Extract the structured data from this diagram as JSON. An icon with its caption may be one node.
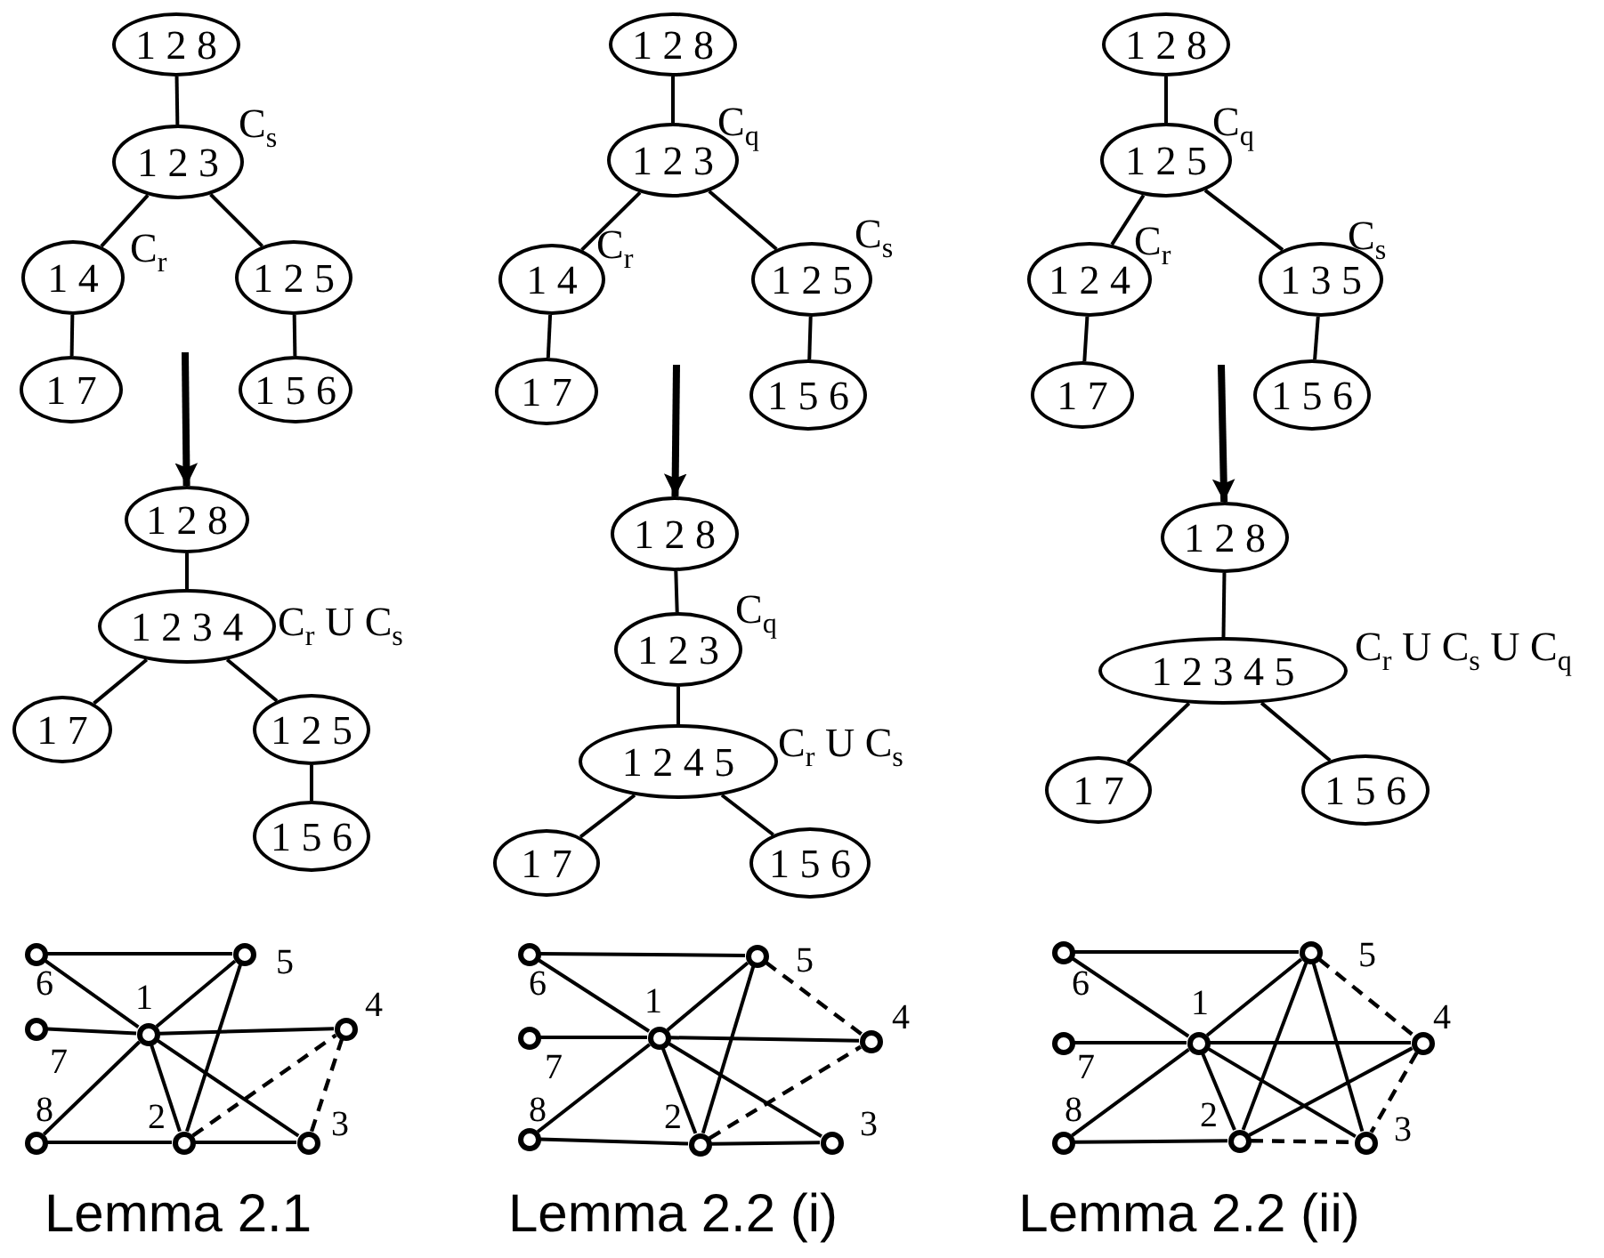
{
  "diagram": {
    "nodes": [
      {
        "text": [
          "1 2 8"
        ]
      },
      {
        "text": [
          "1 2 3"
        ],
        "beside": [
          "C$_{s}$"
        ]
      },
      {
        "text": [
          "1 4"
        ],
        "beside": [
          "C$_{r}$"
        ]
      },
      {
        "text": [
          "1 2 5"
        ]
      },
      {
        "text": [
          "1 7"
        ]
      },
      {
        "text": [
          "1 5 6"
        ]
      },
      {
        "text": [
          "1 2 8"
        ]
      },
      {
        "text": [
          "1 2 3 4"
        ],
        "beside": [
          "C$_{r}$ U C$_{s}$"
        ]
      },
      {
        "text": [
          "1 7"
        ]
      },
      {
        "text": [
          "1 2 5"
        ]
      },
      {
        "text": [
          "1 5 6"
        ]
      },
      {
        "text": [
          "1 2 8"
        ]
      },
      {
        "text": [
          "1 2 3"
        ],
        "beside": [
          "C$_{q}$"
        ]
      },
      {
        "text": [
          "1 4"
        ],
        "beside": [
          "C$_{r}$"
        ]
      },
      {
        "text": [
          "1 2 5"
        ],
        "beside": [
          "C$_{s}$"
        ]
      },
      {
        "text": [
          "1 7"
        ]
      },
      {
        "text": [
          "1 5 6"
        ]
      },
      {
        "text": [
          "1 2 8"
        ]
      },
      {
        "text": [
          "1 2 3"
        ],
        "beside": [
          "C$_{q}$"
        ]
      },
      {
        "text": [
          "1 2 4 5"
        ],
        "beside": [
          "C$_{r}$ U C$_{s}$"
        ]
      },
      {
        "text": [
          "1 7"
        ]
      },
      {
        "text": [
          "1 5 6"
        ]
      },
      {
        "text": [
          "1 2 8"
        ]
      },
      {
        "text": [
          "1 2 5"
        ],
        "beside": [
          "C$_{q}$"
        ]
      },
      {
        "text": [
          "1 2 4"
        ],
        "beside": [
          "C$_{r}$"
        ]
      },
      {
        "text": [
          "1 3 5"
        ],
        "beside": [
          "C$_{s}$"
        ]
      },
      {
        "text": [
          "1 7"
        ]
      },
      {
        "text": [
          "1 5 6"
        ]
      },
      {
        "text": [
          "1 2 8"
        ]
      },
      {
        "text": [
          "1 2 3 4 5"
        ],
        "beside": [
          "C$_{r}$ U C$_{s}$ U C$_{q}$"
        ]
      },
      {
        "text": [
          "1 7"
        ]
      },
      {
        "text": [
          "1 5 6"
        ]
      },
      {
        "text": [],
        "shape": "circle",
        "beside": [
          "6"
        ]
      },
      {
        "text": [],
        "shape": "circle",
        "beside": [
          "5"
        ]
      },
      {
        "text": [],
        "shape": "circle",
        "beside": [
          "7"
        ]
      },
      {
        "text": [],
        "shape": "circle",
        "beside": [
          "1"
        ]
      },
      {
        "text": [],
        "shape": "circle",
        "beside": [
          "4"
        ]
      },
      {
        "text": [],
        "shape": "circle",
        "beside": [
          "8"
        ]
      },
      {
        "text": [],
        "shape": "circle",
        "beside": [
          "2"
        ]
      },
      {
        "text": [],
        "shape": "circle",
        "beside": [
          "3"
        ]
      },
      {
        "text": [],
        "shape": "circle",
        "beside": [
          "6"
        ]
      },
      {
        "text": [],
        "shape": "circle",
        "beside": [
          "5"
        ]
      },
      {
        "text": [],
        "shape": "circle",
        "beside": [
          "7"
        ]
      },
      {
        "text": [],
        "shape": "circle",
        "beside": [
          "1"
        ]
      },
      {
        "text": [],
        "shape": "circle",
        "beside": [
          "4"
        ]
      },
      {
        "text": [],
        "shape": "circle",
        "beside": [
          "8"
        ]
      },
      {
        "text": [],
        "shape": "circle",
        "beside": [
          "2"
        ]
      },
      {
        "text": [],
        "shape": "circle",
        "beside": [
          "3"
        ]
      },
      {
        "text": [],
        "shape": "circle",
        "beside": [
          "6"
        ]
      },
      {
        "text": [],
        "shape": "circle",
        "beside": [
          "5"
        ]
      },
      {
        "text": [],
        "shape": "circle",
        "beside": [
          "7"
        ]
      },
      {
        "text": [],
        "shape": "circle",
        "beside": [
          "1"
        ]
      },
      {
        "text": [],
        "shape": "circle",
        "beside": [
          "4"
        ]
      },
      {
        "text": [],
        "shape": "circle",
        "beside": [
          "8"
        ]
      },
      {
        "text": [],
        "shape": "circle",
        "beside": [
          "2"
        ]
      },
      {
        "text": [],
        "shape": "circle",
        "beside": [
          "3"
        ]
      }
    ],
    "edges": [
      {
        "from": 0,
        "to": 1,
        "arrow": "none"
      },
      {
        "from": 1,
        "to": 2,
        "arrow": "none"
      },
      {
        "from": 1,
        "to": 3,
        "arrow": "none"
      },
      {
        "from": 2,
        "to": 4,
        "arrow": "none"
      },
      {
        "from": 3,
        "to": 5,
        "arrow": "none"
      },
      {
        "from": null,
        "to": 6,
        "arrow": "to",
        "style": "thick"
      },
      {
        "from": 6,
        "to": 7,
        "arrow": "none"
      },
      {
        "from": 7,
        "to": 8,
        "arrow": "none"
      },
      {
        "from": 7,
        "to": 9,
        "arrow": "none"
      },
      {
        "from": 9,
        "to": 10,
        "arrow": "none"
      },
      {
        "from": 11,
        "to": 12,
        "arrow": "none"
      },
      {
        "from": 12,
        "to": 13,
        "arrow": "none"
      },
      {
        "from": 12,
        "to": 14,
        "arrow": "none"
      },
      {
        "from": 13,
        "to": 15,
        "arrow": "none"
      },
      {
        "from": 14,
        "to": 16,
        "arrow": "none"
      },
      {
        "from": null,
        "to": 17,
        "arrow": "to",
        "style": "thick"
      },
      {
        "from": 17,
        "to": 18,
        "arrow": "none"
      },
      {
        "from": 18,
        "to": 19,
        "arrow": "none"
      },
      {
        "from": 19,
        "to": 20,
        "arrow": "none"
      },
      {
        "from": 19,
        "to": 21,
        "arrow": "none"
      },
      {
        "from": 22,
        "to": 23,
        "arrow": "none"
      },
      {
        "from": 23,
        "to": 24,
        "arrow": "none"
      },
      {
        "from": 23,
        "to": 25,
        "arrow": "none"
      },
      {
        "from": 24,
        "to": 26,
        "arrow": "none"
      },
      {
        "from": 25,
        "to": 27,
        "arrow": "none"
      },
      {
        "from": null,
        "to": 28,
        "arrow": "to",
        "style": "thick"
      },
      {
        "from": 28,
        "to": 29,
        "arrow": "none"
      },
      {
        "from": 29,
        "to": 30,
        "arrow": "none"
      },
      {
        "from": 29,
        "to": 31,
        "arrow": "none"
      },
      {
        "from": 32,
        "to": 33,
        "arrow": "none"
      },
      {
        "from": 32,
        "to": 35,
        "arrow": "none"
      },
      {
        "from": 35,
        "to": 39,
        "arrow": "none"
      },
      {
        "from": 34,
        "to": 35,
        "arrow": "none"
      },
      {
        "from": 35,
        "to": 36,
        "arrow": "none"
      },
      {
        "from": 35,
        "to": 37,
        "arrow": "none"
      },
      {
        "from": 35,
        "to": 33,
        "arrow": "none"
      },
      {
        "from": 35,
        "to": 38,
        "arrow": "none"
      },
      {
        "from": 38,
        "to": 33,
        "arrow": "none"
      },
      {
        "from": 37,
        "to": 38,
        "arrow": "none"
      },
      {
        "from": 38,
        "to": 39,
        "arrow": "none"
      },
      {
        "from": 38,
        "to": 36,
        "arrow": "none",
        "style": "dashed"
      },
      {
        "from": 39,
        "to": 36,
        "arrow": "none",
        "style": "dashed"
      },
      {
        "from": 40,
        "to": 41,
        "arrow": "none"
      },
      {
        "from": 40,
        "to": 43,
        "arrow": "none"
      },
      {
        "from": 43,
        "to": 47,
        "arrow": "none"
      },
      {
        "from": 42,
        "to": 43,
        "arrow": "none"
      },
      {
        "from": 43,
        "to": 44,
        "arrow": "none"
      },
      {
        "from": 43,
        "to": 45,
        "arrow": "none"
      },
      {
        "from": 43,
        "to": 41,
        "arrow": "none"
      },
      {
        "from": 43,
        "to": 46,
        "arrow": "none"
      },
      {
        "from": 46,
        "to": 41,
        "arrow": "none"
      },
      {
        "from": 45,
        "to": 46,
        "arrow": "none"
      },
      {
        "from": 46,
        "to": 47,
        "arrow": "none"
      },
      {
        "from": 41,
        "to": 44,
        "arrow": "none",
        "style": "dashed"
      },
      {
        "from": 46,
        "to": 44,
        "arrow": "none",
        "style": "dashed"
      },
      {
        "from": 48,
        "to": 49,
        "arrow": "none"
      },
      {
        "from": 48,
        "to": 51,
        "arrow": "none"
      },
      {
        "from": 51,
        "to": 55,
        "arrow": "none"
      },
      {
        "from": 50,
        "to": 51,
        "arrow": "none"
      },
      {
        "from": 51,
        "to": 52,
        "arrow": "none"
      },
      {
        "from": 51,
        "to": 53,
        "arrow": "none"
      },
      {
        "from": 51,
        "to": 49,
        "arrow": "none"
      },
      {
        "from": 51,
        "to": 54,
        "arrow": "none"
      },
      {
        "from": 54,
        "to": 49,
        "arrow": "none"
      },
      {
        "from": 49,
        "to": 55,
        "arrow": "none"
      },
      {
        "from": 54,
        "to": 52,
        "arrow": "none"
      },
      {
        "from": 53,
        "to": 54,
        "arrow": "none"
      },
      {
        "from": 54,
        "to": 55,
        "arrow": "none",
        "style": "dashed"
      },
      {
        "from": 49,
        "to": 52,
        "arrow": "none",
        "style": "dashed"
      },
      {
        "from": 52,
        "to": 55,
        "arrow": "none",
        "style": "dashed"
      }
    ],
    "labels": [
      "Lemma 2.1",
      "Lemma 2.2 (i)",
      "Lemma 2.2 (ii)"
    ]
  }
}
